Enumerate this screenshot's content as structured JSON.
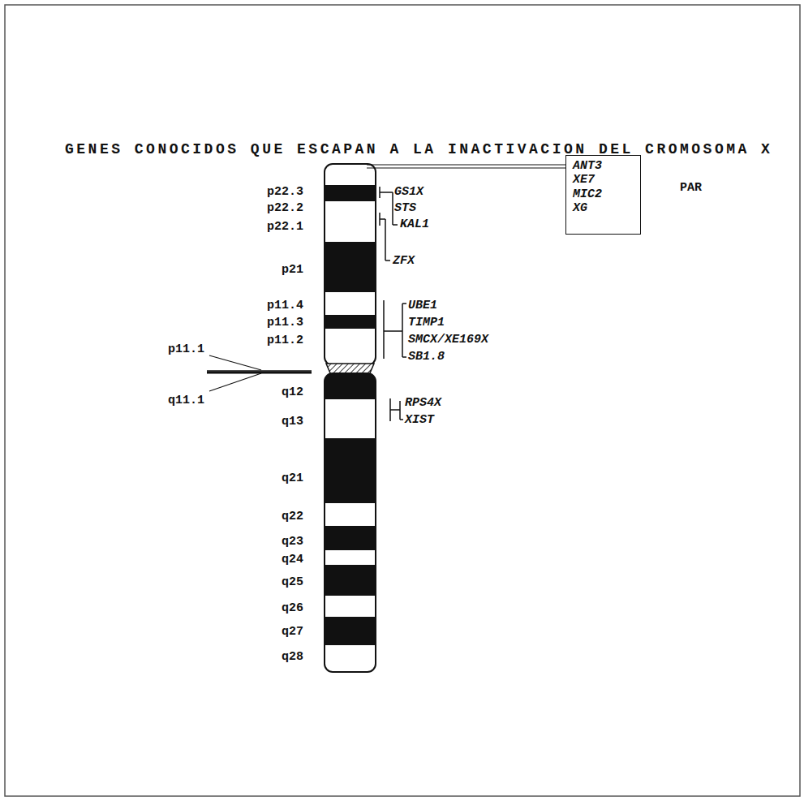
{
  "diagram": {
    "title": "GENES CONOCIDOS QUE ESCAPAN A LA INACTIVACION DEL CROMOSOMA X",
    "nodes": [
      {
        "text": [
          "ANT3",
          "XE7",
          "MIC2",
          "XG"
        ]
      }
    ],
    "labels": [
      "p22.3",
      "p22.2",
      "p22.1",
      "p21",
      "p11.4",
      "p11.3",
      "p11.2",
      "p11.1",
      "q11.1",
      "q12",
      "q13",
      "q21",
      "q22",
      "q23",
      "q24",
      "q25",
      "q26",
      "q27",
      "q28",
      "GS1X",
      "STS",
      "KAL1",
      "ZFX",
      "UBE1",
      "TIMP1",
      "SMCX/XE169X",
      "SB1.8",
      "RPS4X",
      "XIST",
      "PAR"
    ]
  }
}
